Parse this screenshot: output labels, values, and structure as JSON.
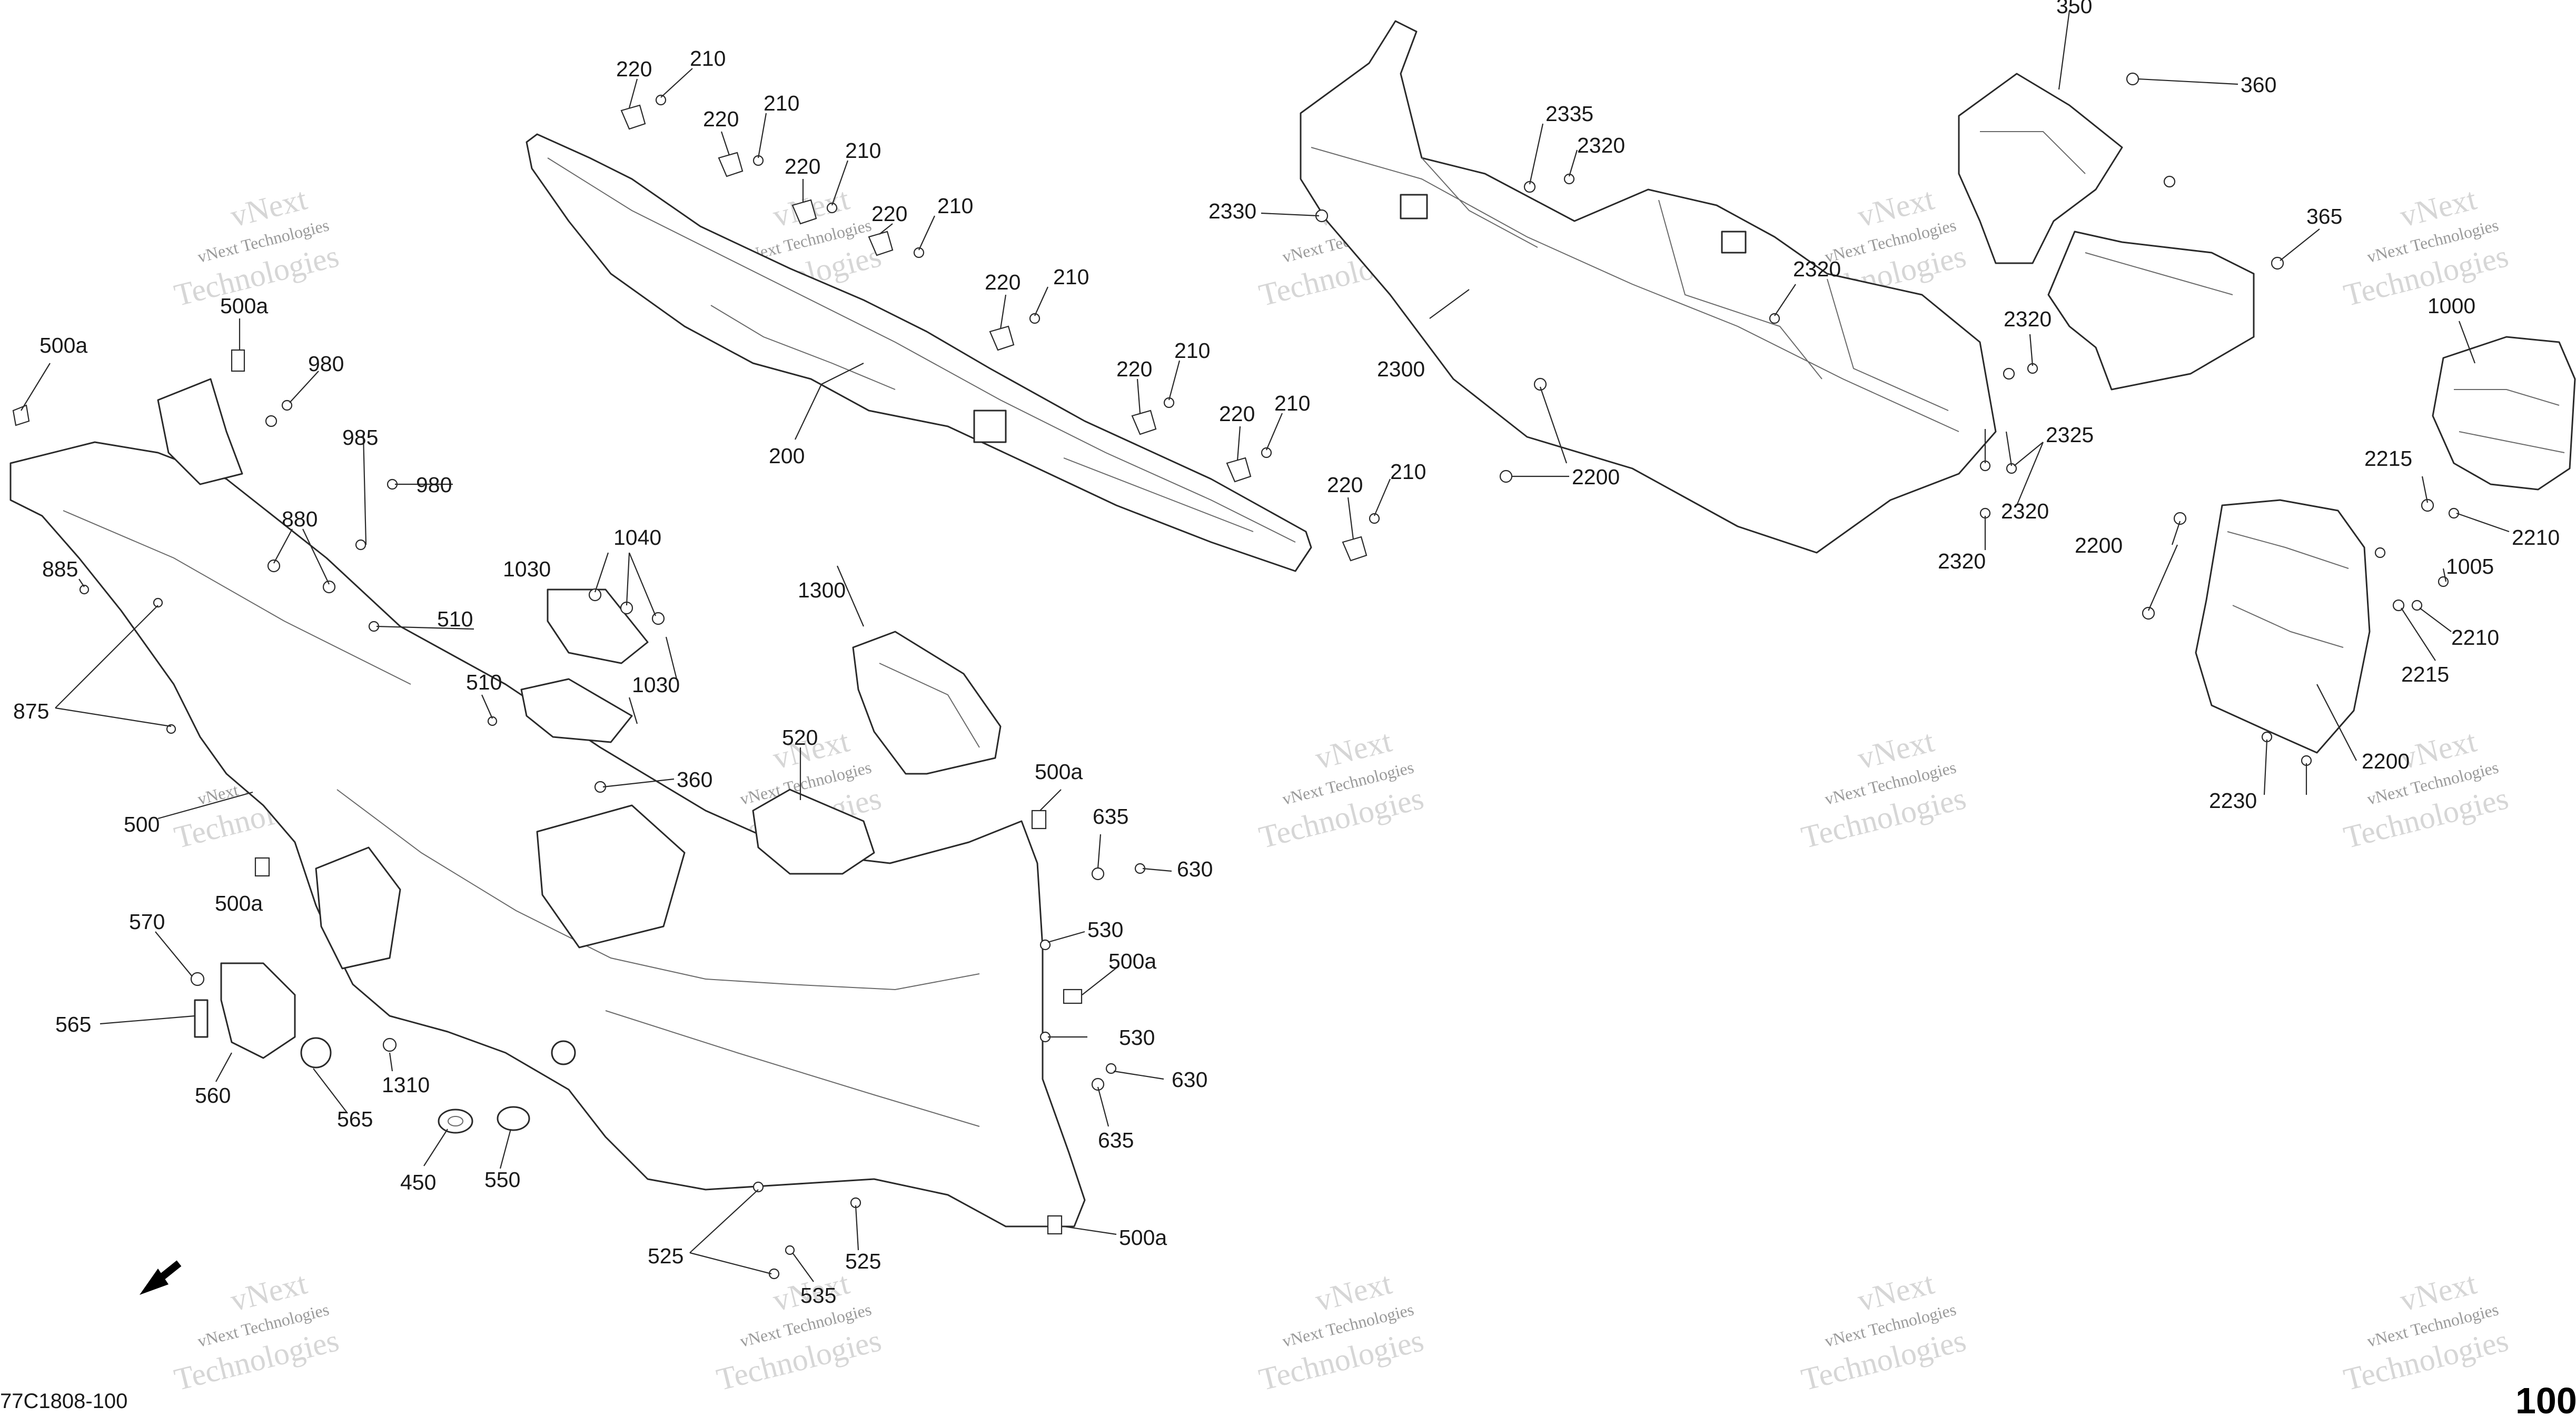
{
  "catalog_code": "77C1808-100",
  "page_number": "100",
  "watermark": {
    "top_text": "vNext",
    "middle_text": "vNext Technologies",
    "bottom_text": "Technologies"
  },
  "callouts": {
    "c200": "200",
    "c210a": "210",
    "c210b": "210",
    "c210c": "210",
    "c210d": "210",
    "c210e": "210",
    "c210f": "210",
    "c210g": "210",
    "c210h": "210",
    "c220a": "220",
    "c220b": "220",
    "c220c": "220",
    "c220d": "220",
    "c220e": "220",
    "c220f": "220",
    "c220g": "220",
    "c220h": "220",
    "c350": "350",
    "c360a": "360",
    "c360b": "360",
    "c365": "365",
    "c450": "450",
    "c500": "500",
    "c500a1": "500a",
    "c500a2": "500a",
    "c500a3": "500a",
    "c500a4": "500a",
    "c500a5": "500a",
    "c500a6": "500a",
    "c510a": "510",
    "c510b": "510",
    "c520": "520",
    "c525a": "525",
    "c525b": "525",
    "c530a": "530",
    "c530b": "530",
    "c535": "535",
    "c550": "550",
    "c560": "560",
    "c565a": "565",
    "c565b": "565",
    "c570": "570",
    "c630a": "630",
    "c630b": "630",
    "c635a": "635",
    "c635b": "635",
    "c875": "875",
    "c880": "880",
    "c885": "885",
    "c980a": "980",
    "c980b": "980",
    "c985": "985",
    "c1000": "1000",
    "c1005": "1005",
    "c1030a": "1030",
    "c1030b": "1030",
    "c1040": "1040",
    "c1300": "1300",
    "c1310": "1310",
    "c2200a": "2200",
    "c2200b": "2200",
    "c2200c": "2200",
    "c2210a": "2210",
    "c2210b": "2210",
    "c2215a": "2215",
    "c2215b": "2215",
    "c2230": "2230",
    "c2300": "2300",
    "c2320a": "2320",
    "c2320b": "2320",
    "c2320c": "2320",
    "c2320d": "2320",
    "c2320e": "2320",
    "c2325": "2325",
    "c2330": "2330",
    "c2335": "2335"
  }
}
